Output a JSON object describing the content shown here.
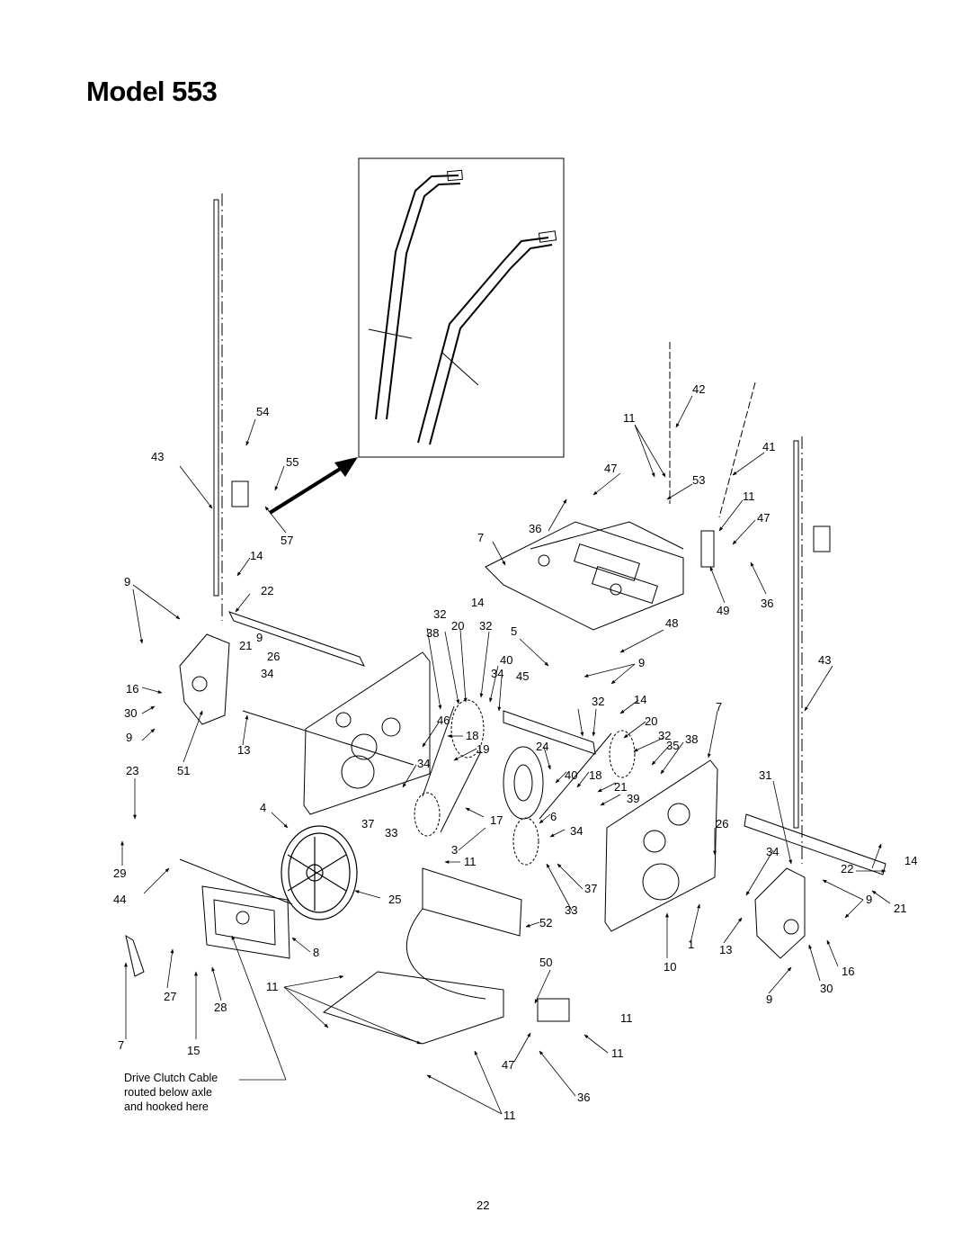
{
  "title": "Model 553",
  "note": {
    "line1": "Drive Clutch Cable",
    "line2": "routed below axle",
    "line3": "and hooked here"
  },
  "page_number": "22",
  "callouts": [
    "54",
    "43",
    "55",
    "57",
    "14",
    "9",
    "22",
    "21",
    "9",
    "26",
    "34",
    "16",
    "30",
    "9",
    "13",
    "23",
    "51",
    "4",
    "37",
    "33",
    "29",
    "44",
    "25",
    "8",
    "27",
    "28",
    "7",
    "15",
    "11",
    "11",
    "3",
    "11",
    "52",
    "37",
    "33",
    "50",
    "47",
    "36",
    "11",
    "11",
    "42",
    "11",
    "47",
    "53",
    "36",
    "7",
    "41",
    "11",
    "47",
    "49",
    "36",
    "14",
    "32",
    "20",
    "32",
    "38",
    "5",
    "40",
    "34",
    "45",
    "48",
    "9",
    "46",
    "18",
    "19",
    "34",
    "32",
    "14",
    "20",
    "32",
    "35",
    "38",
    "7",
    "24",
    "40",
    "18",
    "21",
    "39",
    "17",
    "6",
    "34",
    "26",
    "31",
    "43",
    "34",
    "22",
    "14",
    "9",
    "21",
    "1",
    "13",
    "10",
    "16",
    "30",
    "9"
  ]
}
